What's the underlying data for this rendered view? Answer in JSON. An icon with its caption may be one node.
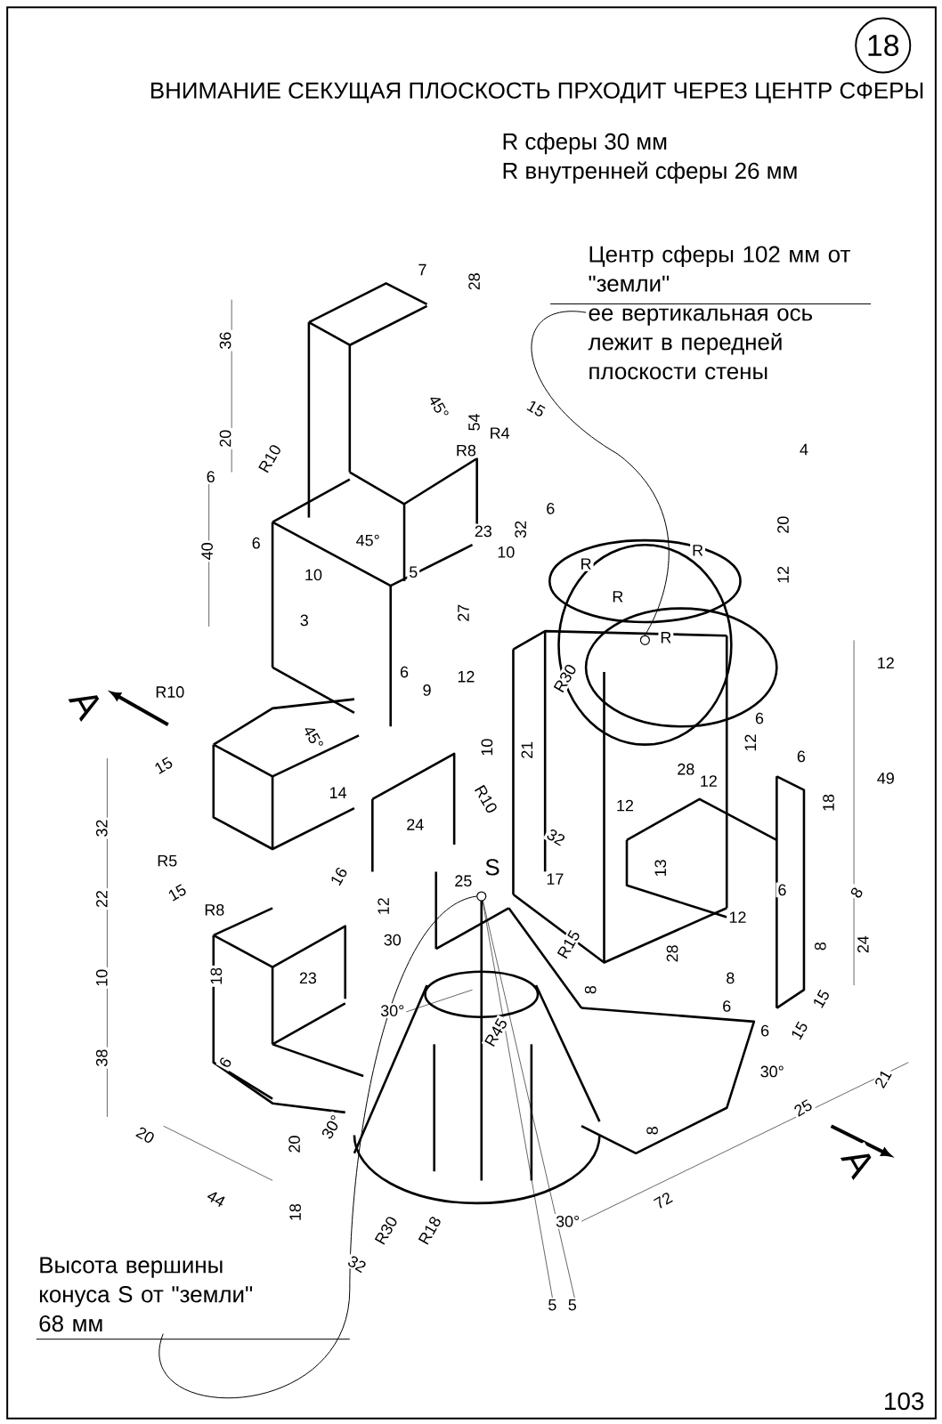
{
  "diagram": {
    "title": "ВНИМАНИЕ СЕКУЩАЯ ПЛОСКОСТЬ ПРХОДИТ ЧЕРЕЗ ЦЕНТР СФЕРЫ",
    "nodes": [
      {
        "text": [
          "18"
        ]
      },
      {
        "text": [
          "Центр сферы 102 мм от \"земли\"",
          "ее вертикальная ось лежит в передней плоскости стены"
        ]
      },
      {
        "text": [
          "Высота вершины конуса S от \"земли\" 68 мм"
        ]
      },
      {
        "text": [],
        "shape": "circle"
      },
      {
        "text": [],
        "shape": "circle"
      }
    ],
    "edges": [
      {
        "from": 1,
        "to": 3,
        "arrow": "none"
      },
      {
        "from": 2,
        "to": 4,
        "arrow": "none"
      }
    ],
    "labels": [
      "R сферы 30 мм",
      "R внутренней сферы 26 мм",
      "7",
      "28",
      "36",
      "20",
      "45°",
      "54",
      "15",
      "R4",
      "R8",
      "R10",
      "6",
      "40",
      "6",
      "45°",
      "10",
      "5",
      "3",
      "23",
      "32",
      "10",
      "27",
      "4",
      "20",
      "12",
      "6",
      "R",
      "R",
      "R",
      "R",
      "R30",
      "12",
      "49",
      "R10",
      "45°",
      "15",
      "32",
      "14",
      "6",
      "9",
      "12",
      "10",
      "21",
      "6",
      "12",
      "28",
      "6",
      "12",
      "18",
      "R10",
      "24",
      "32",
      "12",
      "R5",
      "22",
      "15",
      "10",
      "R8",
      "16",
      "12",
      "30",
      "25",
      "S",
      "17",
      "13",
      "6",
      "8",
      "12",
      "8",
      "24",
      "28",
      "18",
      "23",
      "38",
      "6",
      "R15",
      "8",
      "8",
      "6",
      "15",
      "30°",
      "R45",
      "6",
      "15",
      "21",
      "30°",
      "20",
      "30°",
      "20",
      "25",
      "8",
      "44",
      "18",
      "72",
      "R30",
      "R18",
      "30°",
      "32",
      "5",
      "5",
      "А",
      "А",
      "103"
    ]
  }
}
